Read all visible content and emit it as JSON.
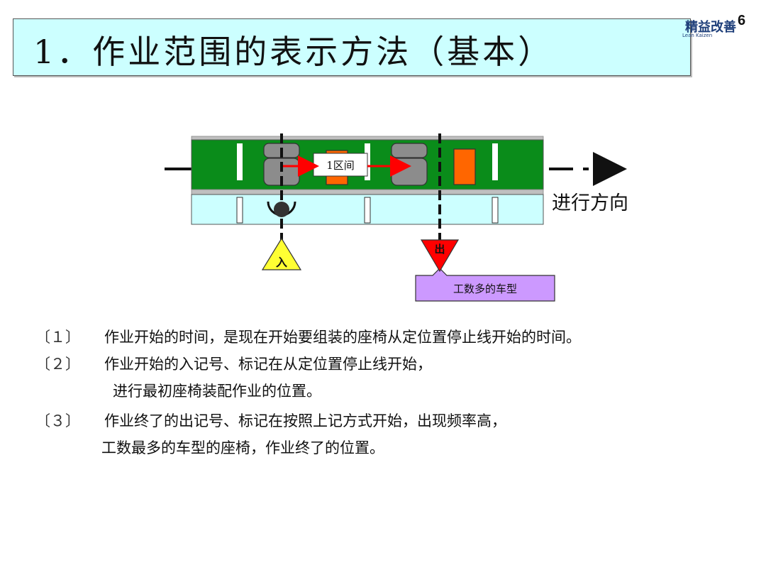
{
  "title": "1．作业范围的表示方法（基本）",
  "page_number": "6",
  "logo": {
    "text": "精益改善",
    "sub": "Lean Kaizen"
  },
  "diagram": {
    "section_label": "1区间",
    "direction_label": "进行方向",
    "enter_marker": "入",
    "exit_marker": "出",
    "callout": "工数多的车型",
    "colors": {
      "track": "#0a8c1a",
      "lower_band": "#ccffff",
      "seat": "#8c8c8c",
      "part": "#ff6600",
      "enter_triangle": "#ffff33",
      "exit_triangle": "#ff0000",
      "callout": "#cc99ff",
      "arrow": "#ff0000"
    }
  },
  "items": [
    {
      "num": "〔１〕",
      "text": "作业开始的时间，是现在开始要组装的座椅从定位置停止线开始的时间。"
    },
    {
      "num": "〔２〕",
      "text": "作业开始的入记号、标记在从定位置停止线开始，",
      "cont": "进行最初座椅装配作业的位置。"
    },
    {
      "num": "〔３〕",
      "text": "作业终了的出记号、标记在按照上记方式开始，出现频率高，",
      "cont": "工数最多的车型的座椅，作业终了的位置。"
    }
  ]
}
